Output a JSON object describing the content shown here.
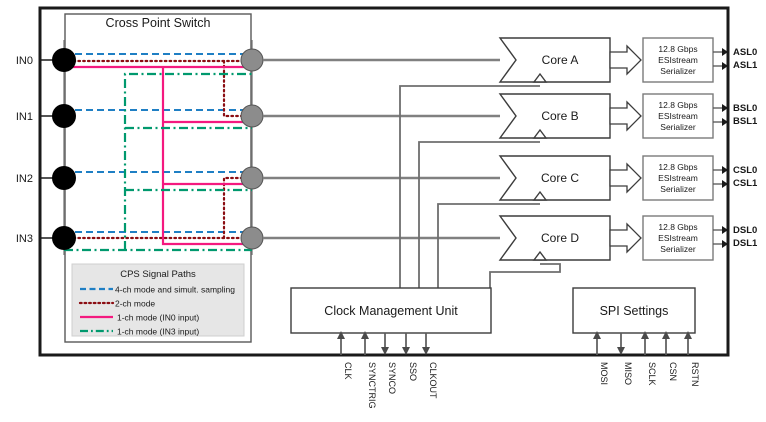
{
  "diagram": {
    "title_block": "Cross Point Switch",
    "inputs": [
      {
        "name": "IN0"
      },
      {
        "name": "IN1"
      },
      {
        "name": "IN2"
      },
      {
        "name": "IN3"
      }
    ],
    "legend": {
      "title": "CPS Signal Paths",
      "entries": [
        {
          "label": "4-ch mode and simult. sampling",
          "color": "#1f7fc4",
          "style": "dashed"
        },
        {
          "label": "2-ch mode",
          "color": "#8b0d12",
          "style": "dotted"
        },
        {
          "label": "1-ch mode (IN0 input)",
          "color": "#f4197f",
          "style": "solid"
        },
        {
          "label": "1-ch mode (IN3 input)",
          "color": "#00996e",
          "style": "dashdot"
        }
      ]
    },
    "cores": [
      {
        "name": "Core A",
        "serializer": [
          "12.8 Gbps",
          "ESIstream",
          "Serializer"
        ],
        "outputs": [
          "ASL0",
          "ASL1"
        ]
      },
      {
        "name": "Core B",
        "serializer": [
          "12.8 Gbps",
          "ESIstream",
          "Serializer"
        ],
        "outputs": [
          "BSL0",
          "BSL1"
        ]
      },
      {
        "name": "Core C",
        "serializer": [
          "12.8 Gbps",
          "ESIstream",
          "Serializer"
        ],
        "outputs": [
          "CSL0",
          "CSL1"
        ]
      },
      {
        "name": "Core D",
        "serializer": [
          "12.8 Gbps",
          "ESIstream",
          "Serializer"
        ],
        "outputs": [
          "DSL0",
          "DSL1"
        ]
      }
    ],
    "cmu": {
      "title": "Clock Management Unit",
      "pins": [
        {
          "name": "CLK",
          "dir": "in"
        },
        {
          "name": "SYNCTRIG",
          "dir": "in"
        },
        {
          "name": "SYNCO",
          "dir": "out"
        },
        {
          "name": "SSO",
          "dir": "out"
        },
        {
          "name": "CLKOUT",
          "dir": "out"
        }
      ]
    },
    "spi": {
      "title": "SPI Settings",
      "pins": [
        {
          "name": "MOSI",
          "dir": "in"
        },
        {
          "name": "MISO",
          "dir": "out"
        },
        {
          "name": "SCLK",
          "dir": "in"
        },
        {
          "name": "CSN",
          "dir": "in"
        },
        {
          "name": "RSTN",
          "dir": "in"
        }
      ]
    },
    "colors": {
      "blue": "#1f7fc4",
      "darkred": "#8b0d12",
      "magenta": "#f4197f",
      "green": "#00996e",
      "gray_wire": "#808080",
      "node_gray": "#8c8c8c",
      "node_black": "#000000",
      "frame": "#1a1a1a"
    }
  }
}
